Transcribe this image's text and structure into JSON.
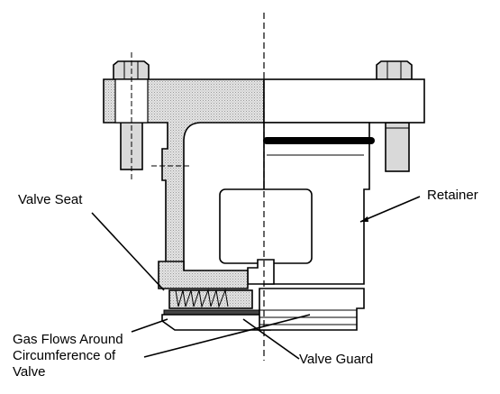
{
  "labels": {
    "valve_seat": "Valve Seat",
    "retainer": "Retainer",
    "gas_flows_line1": "Gas Flows Around",
    "gas_flows_line2": "Circumference of",
    "gas_flows_line3": "Valve",
    "valve_guard": "Valve Guard"
  },
  "colors": {
    "line": "#000000",
    "section_fill": "#d9d9d9",
    "background": "#ffffff"
  }
}
